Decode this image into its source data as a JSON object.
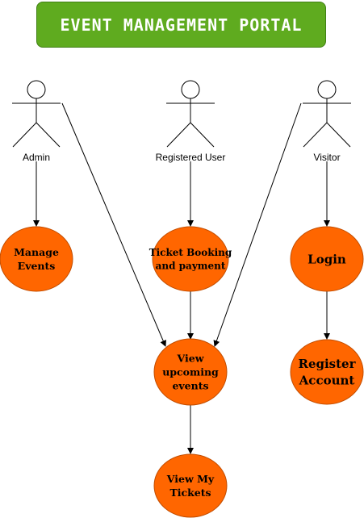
{
  "title": "EVENT MANAGEMENT PORTAL",
  "colors": {
    "banner": "#5fab1f",
    "use_case_fill": "#ff6600",
    "use_case_stroke": "#c24d00",
    "line": "#000000"
  },
  "actors": [
    {
      "id": "admin",
      "label": "Admin"
    },
    {
      "id": "registered-user",
      "label": "Registered User"
    },
    {
      "id": "visitor",
      "label": "Visitor"
    }
  ],
  "use_cases": [
    {
      "id": "manage-events",
      "lines": [
        "Manage",
        "Events"
      ]
    },
    {
      "id": "ticket-booking",
      "lines": [
        "Ticket Booking",
        "and payment"
      ]
    },
    {
      "id": "login",
      "lines": [
        "Login"
      ]
    },
    {
      "id": "view-upcoming-events",
      "lines": [
        "View",
        "upcoming",
        "events"
      ]
    },
    {
      "id": "register-account",
      "lines": [
        "Register",
        "Account"
      ]
    },
    {
      "id": "view-my-tickets",
      "lines": [
        "View My",
        "Tickets"
      ]
    }
  ],
  "connections": [
    {
      "from": "admin",
      "to": "manage-events"
    },
    {
      "from": "admin",
      "to": "view-upcoming-events"
    },
    {
      "from": "registered-user",
      "to": "ticket-booking"
    },
    {
      "from": "ticket-booking",
      "to": "view-upcoming-events"
    },
    {
      "from": "visitor",
      "to": "view-upcoming-events"
    },
    {
      "from": "visitor",
      "to": "login"
    },
    {
      "from": "login",
      "to": "register-account"
    },
    {
      "from": "view-upcoming-events",
      "to": "view-my-tickets"
    }
  ]
}
